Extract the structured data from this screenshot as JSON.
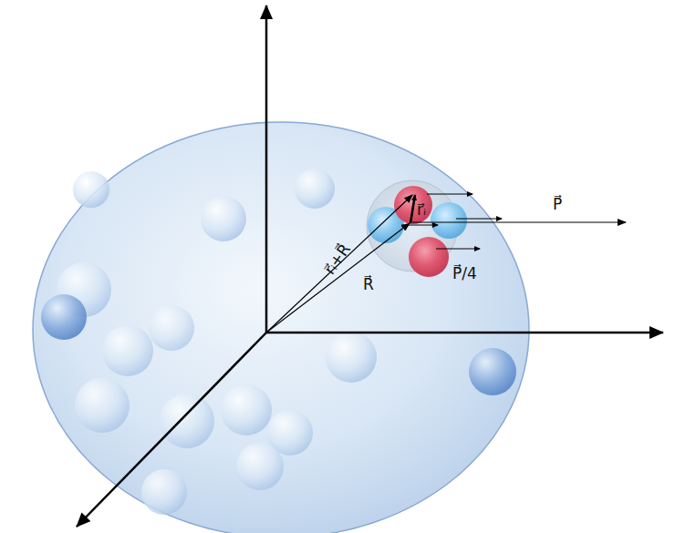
{
  "diagram": {
    "labels": [
      "r⃗ᵢ",
      "r⃗ᵢ+R⃗",
      "R⃗",
      "P⃗",
      "P⃗/4"
    ]
  }
}
